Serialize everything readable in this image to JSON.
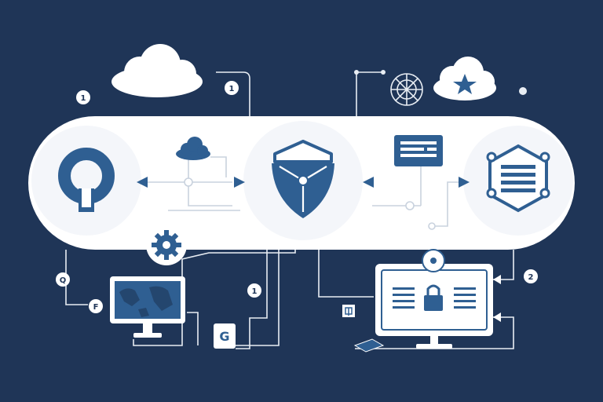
{
  "colors": {
    "background": "#1f3557",
    "panel": "#ffffff",
    "node_bg": "#f7f9fc",
    "accent": "#2f5f92",
    "accent_dark": "#24466e",
    "line_light": "#c9d2de"
  },
  "callouts": {
    "top_left": "1",
    "top_center": "1",
    "right": "2",
    "left_q": "Q",
    "left_f": "F",
    "bottom_mid": "1",
    "g_badge": "G"
  },
  "icons": [
    "cloud-icon",
    "star-cloud-icon",
    "globe-icon",
    "q-logo-icon",
    "shield-icon",
    "document-icon",
    "hexagon-network-icon",
    "gear-icon",
    "monitor-map-icon",
    "laptop-lock-icon",
    "flag-icon",
    "key-icon"
  ]
}
